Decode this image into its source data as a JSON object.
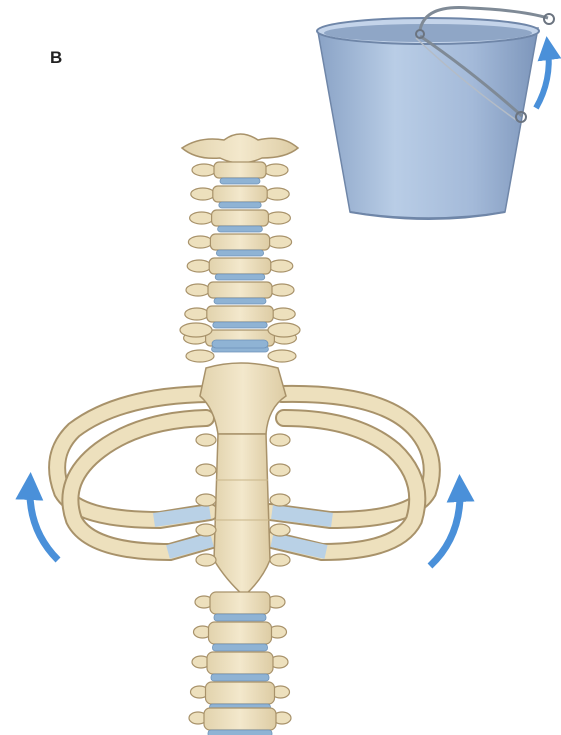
{
  "figure": {
    "panel_label": "B",
    "subjects": [
      "bucket-handle",
      "thoracic-cage",
      "vertebral-column"
    ],
    "colors": {
      "bone": "#ede0bd",
      "bone_outline": "#a8926a",
      "bone_shadow": "#d8c69c",
      "cartilage": "#b9d1e6",
      "intervertebral_disc": "#8fb3d4",
      "arrow": "#4a90d9",
      "bucket_body": "#a8bfdc",
      "bucket_rim": "#9db4d4",
      "bucket_handle": "#7f8a96"
    }
  }
}
